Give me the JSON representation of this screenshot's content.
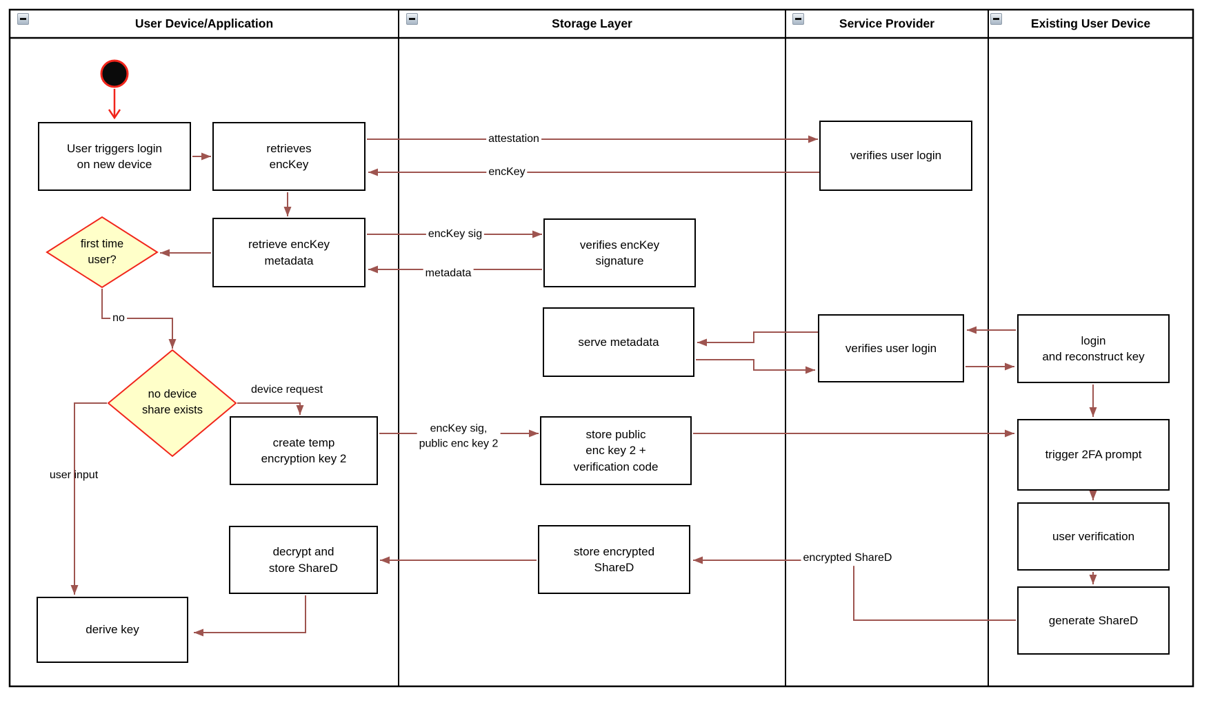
{
  "lanes": [
    {
      "label": "User Device/Application"
    },
    {
      "label": "Storage Layer"
    },
    {
      "label": "Service Provider"
    },
    {
      "label": "Existing User Device"
    }
  ],
  "nodes": {
    "user_triggers": "User triggers login\non new device",
    "retrieves_enckey": "retrieves\nencKey",
    "verifies_user_login_1": "verifies user login",
    "first_time_user": "first time\nuser?",
    "retrieve_enckey_metadata": "retrieve encKey\nmetadata",
    "verifies_enckey_signature": "verifies encKey\nsignature",
    "serve_metadata": "serve metadata",
    "verifies_user_login_2": "verifies user login",
    "login_and_reconstruct_key": "login\nand reconstruct key",
    "no_device_share_exists": "no device\nshare exists",
    "create_temp_encryption_key_2": "create temp\nencryption key 2",
    "store_public_enc_key_2": "store public\nenc key 2 +\nverification code",
    "trigger_2fa_prompt": "trigger 2FA prompt",
    "user_verification": "user verification",
    "generate_shared": "generate ShareD",
    "store_encrypted_shared": "store encrypted\nShareD",
    "decrypt_and_store_shared": "decrypt and\nstore ShareD",
    "derive_key": "derive key"
  },
  "edge_labels": {
    "attestation": "attestation",
    "enckey": "encKey",
    "enckey_sig": "encKey sig",
    "metadata": "metadata",
    "no": "no",
    "device_request": "device request",
    "enckey_sig_public_enc_key_2": "encKey sig,\npublic enc key 2",
    "user_input": "user input",
    "encrypted_shared": "encrypted ShareD"
  },
  "colors": {
    "flow_arrow": "#9e544f",
    "highlight_red": "#f1251b",
    "decision_fill": "#ffffc9",
    "node_border": "#000000"
  }
}
